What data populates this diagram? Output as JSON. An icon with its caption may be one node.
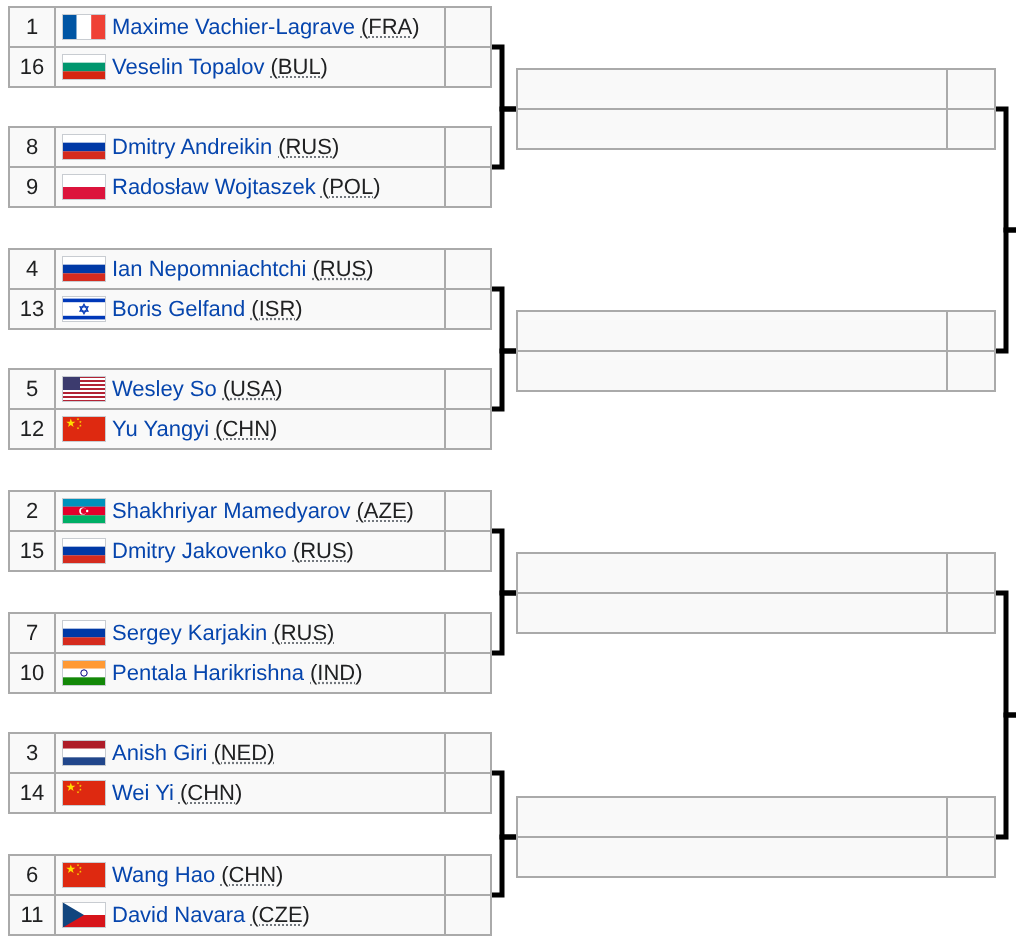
{
  "diagram": {
    "nodes": [
      {
        "text": [
          "1",
          "Maxime Vachier-Lagrave",
          "(FRA)",
          "16",
          "Veselin Topalov",
          "(BUL)"
        ]
      },
      {
        "text": [
          "8",
          "Dmitry Andreikin",
          "(RUS)",
          "9",
          "Radosław Wojtaszek",
          "(POL)"
        ]
      },
      {
        "text": [
          "4",
          "Ian Nepomniachtchi",
          "(RUS)",
          "13",
          "Boris Gelfand",
          "(ISR)"
        ]
      },
      {
        "text": [
          "5",
          "Wesley So",
          "(USA)",
          "12",
          "Yu Yangyi",
          "(CHN)"
        ]
      },
      {
        "text": [
          "2",
          "Shakhriyar Mamedyarov",
          "(AZE)",
          "15",
          "Dmitry Jakovenko",
          "(RUS)"
        ]
      },
      {
        "text": [
          "7",
          "Sergey Karjakin",
          "(RUS)",
          "10",
          "Pentala Harikrishna",
          "(IND)"
        ]
      },
      {
        "text": [
          "3",
          "Anish Giri",
          "(NED)",
          "14",
          "Wei Yi",
          "(CHN)"
        ]
      },
      {
        "text": [
          "6",
          "Wang Hao",
          "(CHN)",
          "11",
          "David Navara",
          "(CZE)"
        ]
      },
      {
        "text": [],
        "shape": "box"
      },
      {
        "text": [],
        "shape": "box"
      },
      {
        "text": [],
        "shape": "box"
      },
      {
        "text": [],
        "shape": "box"
      }
    ],
    "edges": [
      {
        "from": 0,
        "to": 8,
        "arrow": "none"
      },
      {
        "from": 1,
        "to": 8,
        "arrow": "none"
      },
      {
        "from": 2,
        "to": 9,
        "arrow": "none"
      },
      {
        "from": 3,
        "to": 9,
        "arrow": "none"
      },
      {
        "from": 4,
        "to": 10,
        "arrow": "none"
      },
      {
        "from": 5,
        "to": 10,
        "arrow": "none"
      },
      {
        "from": 6,
        "to": 11,
        "arrow": "none"
      },
      {
        "from": 7,
        "to": 11,
        "arrow": "none"
      },
      {
        "from": 8,
        "to": null,
        "arrow": "none"
      },
      {
        "from": 9,
        "to": null,
        "arrow": "none"
      },
      {
        "from": 10,
        "to": null,
        "arrow": "none"
      },
      {
        "from": 11,
        "to": null,
        "arrow": "none"
      }
    ]
  }
}
